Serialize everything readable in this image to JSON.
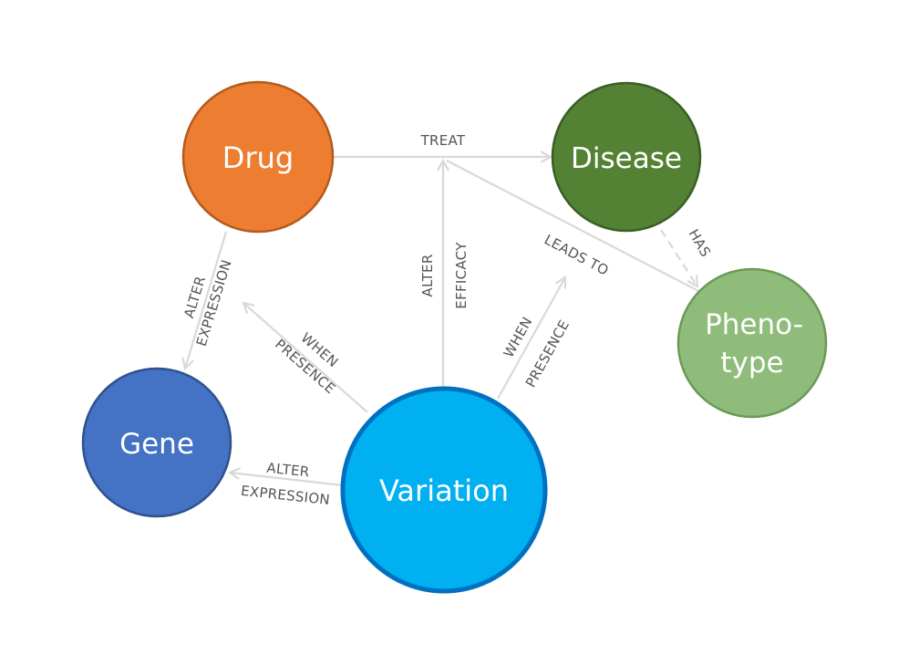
{
  "nodes": {
    "drug": {
      "label": "Drug",
      "fill": "#ed7d31",
      "stroke": "#b35a1c"
    },
    "disease": {
      "label": "Disease",
      "fill": "#548235",
      "stroke": "#3a5e24"
    },
    "gene": {
      "label": "Gene",
      "fill": "#4472c4",
      "stroke": "#2f528f"
    },
    "variation": {
      "label": "Variation",
      "fill": "#00b0f0",
      "stroke": "#0070c0"
    },
    "phenotype": {
      "label_line1": "Pheno-",
      "label_line2": "type",
      "fill": "#8fbc7a",
      "stroke": "#6a9a55"
    }
  },
  "edges": {
    "treat": "TREAT",
    "has": "HAS",
    "leads_to": "LEADS TO",
    "drug_gene_line1": "ALTER",
    "drug_gene_line2": "EXPRESSION",
    "variation_drug_line1": "WHEN",
    "variation_drug_line2": "PRESENCE",
    "alter_efficacy_line1": "ALTER",
    "alter_efficacy_line2": "EFFICACY",
    "variation_leads_line1": "WHEN",
    "variation_leads_line2": "PRESENCE",
    "variation_gene_line1": "ALTER",
    "variation_gene_line2": "EXPRESSION"
  },
  "colors": {
    "edge": "#d9d9d9",
    "edge_label": "#555555"
  }
}
